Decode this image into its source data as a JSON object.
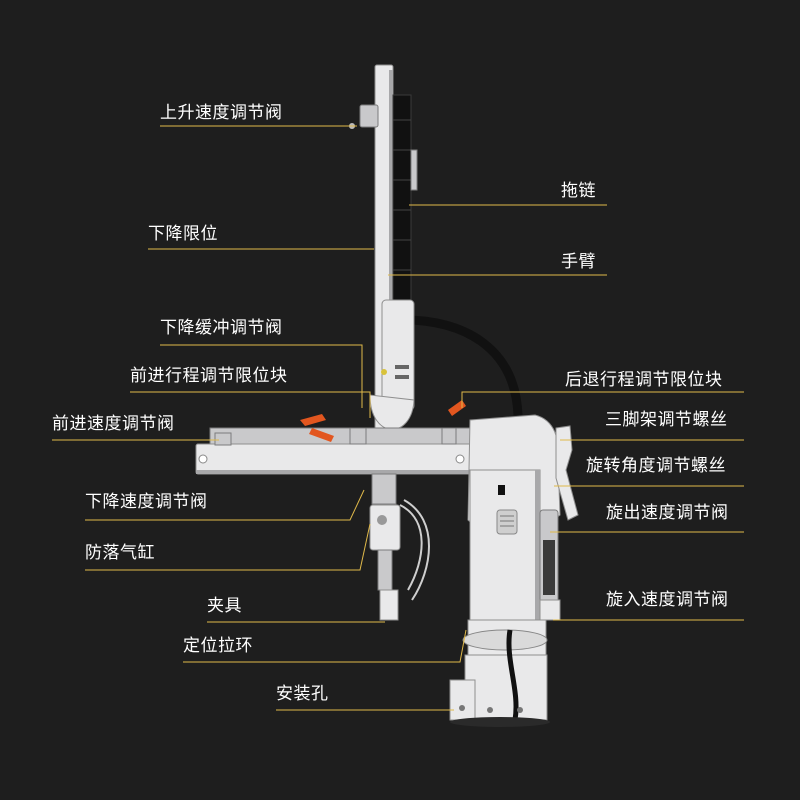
{
  "labels": {
    "rise_speed_valve": "上升速度调节阀",
    "drag_chain": "拖链",
    "lower_limit": "下降限位",
    "arm": "手臂",
    "lower_buffer_valve": "下降缓冲调节阀",
    "forward_stroke_block": "前进行程调节限位块",
    "back_stroke_block": "后退行程调节限位块",
    "forward_speed_valve": "前进速度调节阀",
    "tripod_screw": "三脚架调节螺丝",
    "rotation_angle_screw": "旋转角度调节螺丝",
    "lower_speed_valve": "下降速度调节阀",
    "rotate_out_speed_valve": "旋出速度调节阀",
    "anti_drop_cylinder": "防落气缸",
    "fixture": "夹具",
    "rotate_in_speed_valve": "旋入速度调节阀",
    "positioning_ring": "定位拉环",
    "mounting_hole": "安装孔"
  },
  "colors": {
    "background": "#1e1e1e",
    "leader_line": "#e0b94a",
    "text": "#ffffff",
    "accent_handle": "#e2561f"
  }
}
